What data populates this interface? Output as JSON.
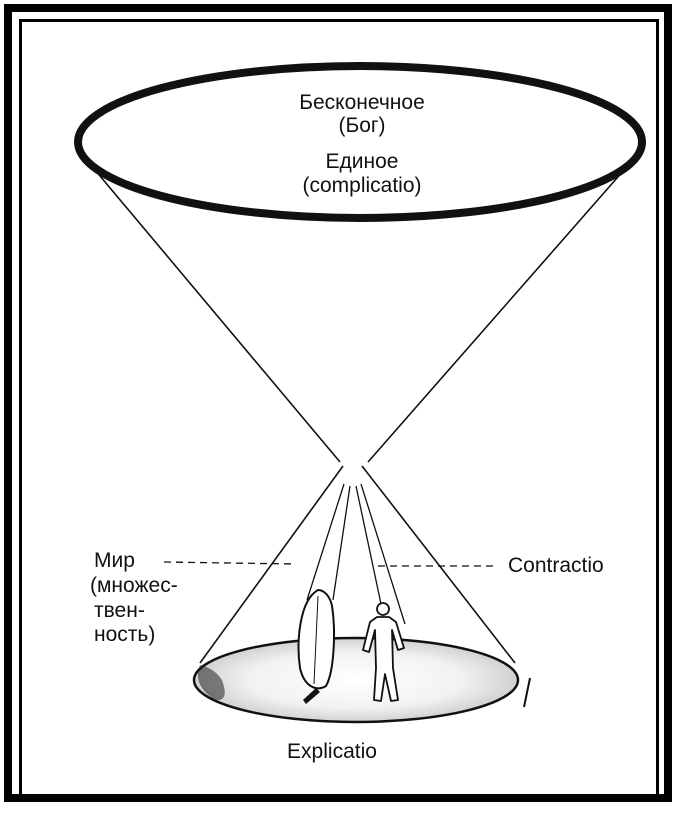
{
  "labels": {
    "infinite": "Бесконечное",
    "god": "(Бог)",
    "one": "Единое",
    "complicatio": "(complicatio)",
    "world_1": "Мир",
    "world_2": "(множес-",
    "world_3": "твен-",
    "world_4": "ность)",
    "contractio": "Contractio",
    "explicatio": "Explicatio"
  },
  "colors": {
    "ink": "#111111",
    "background": "#ffffff"
  }
}
